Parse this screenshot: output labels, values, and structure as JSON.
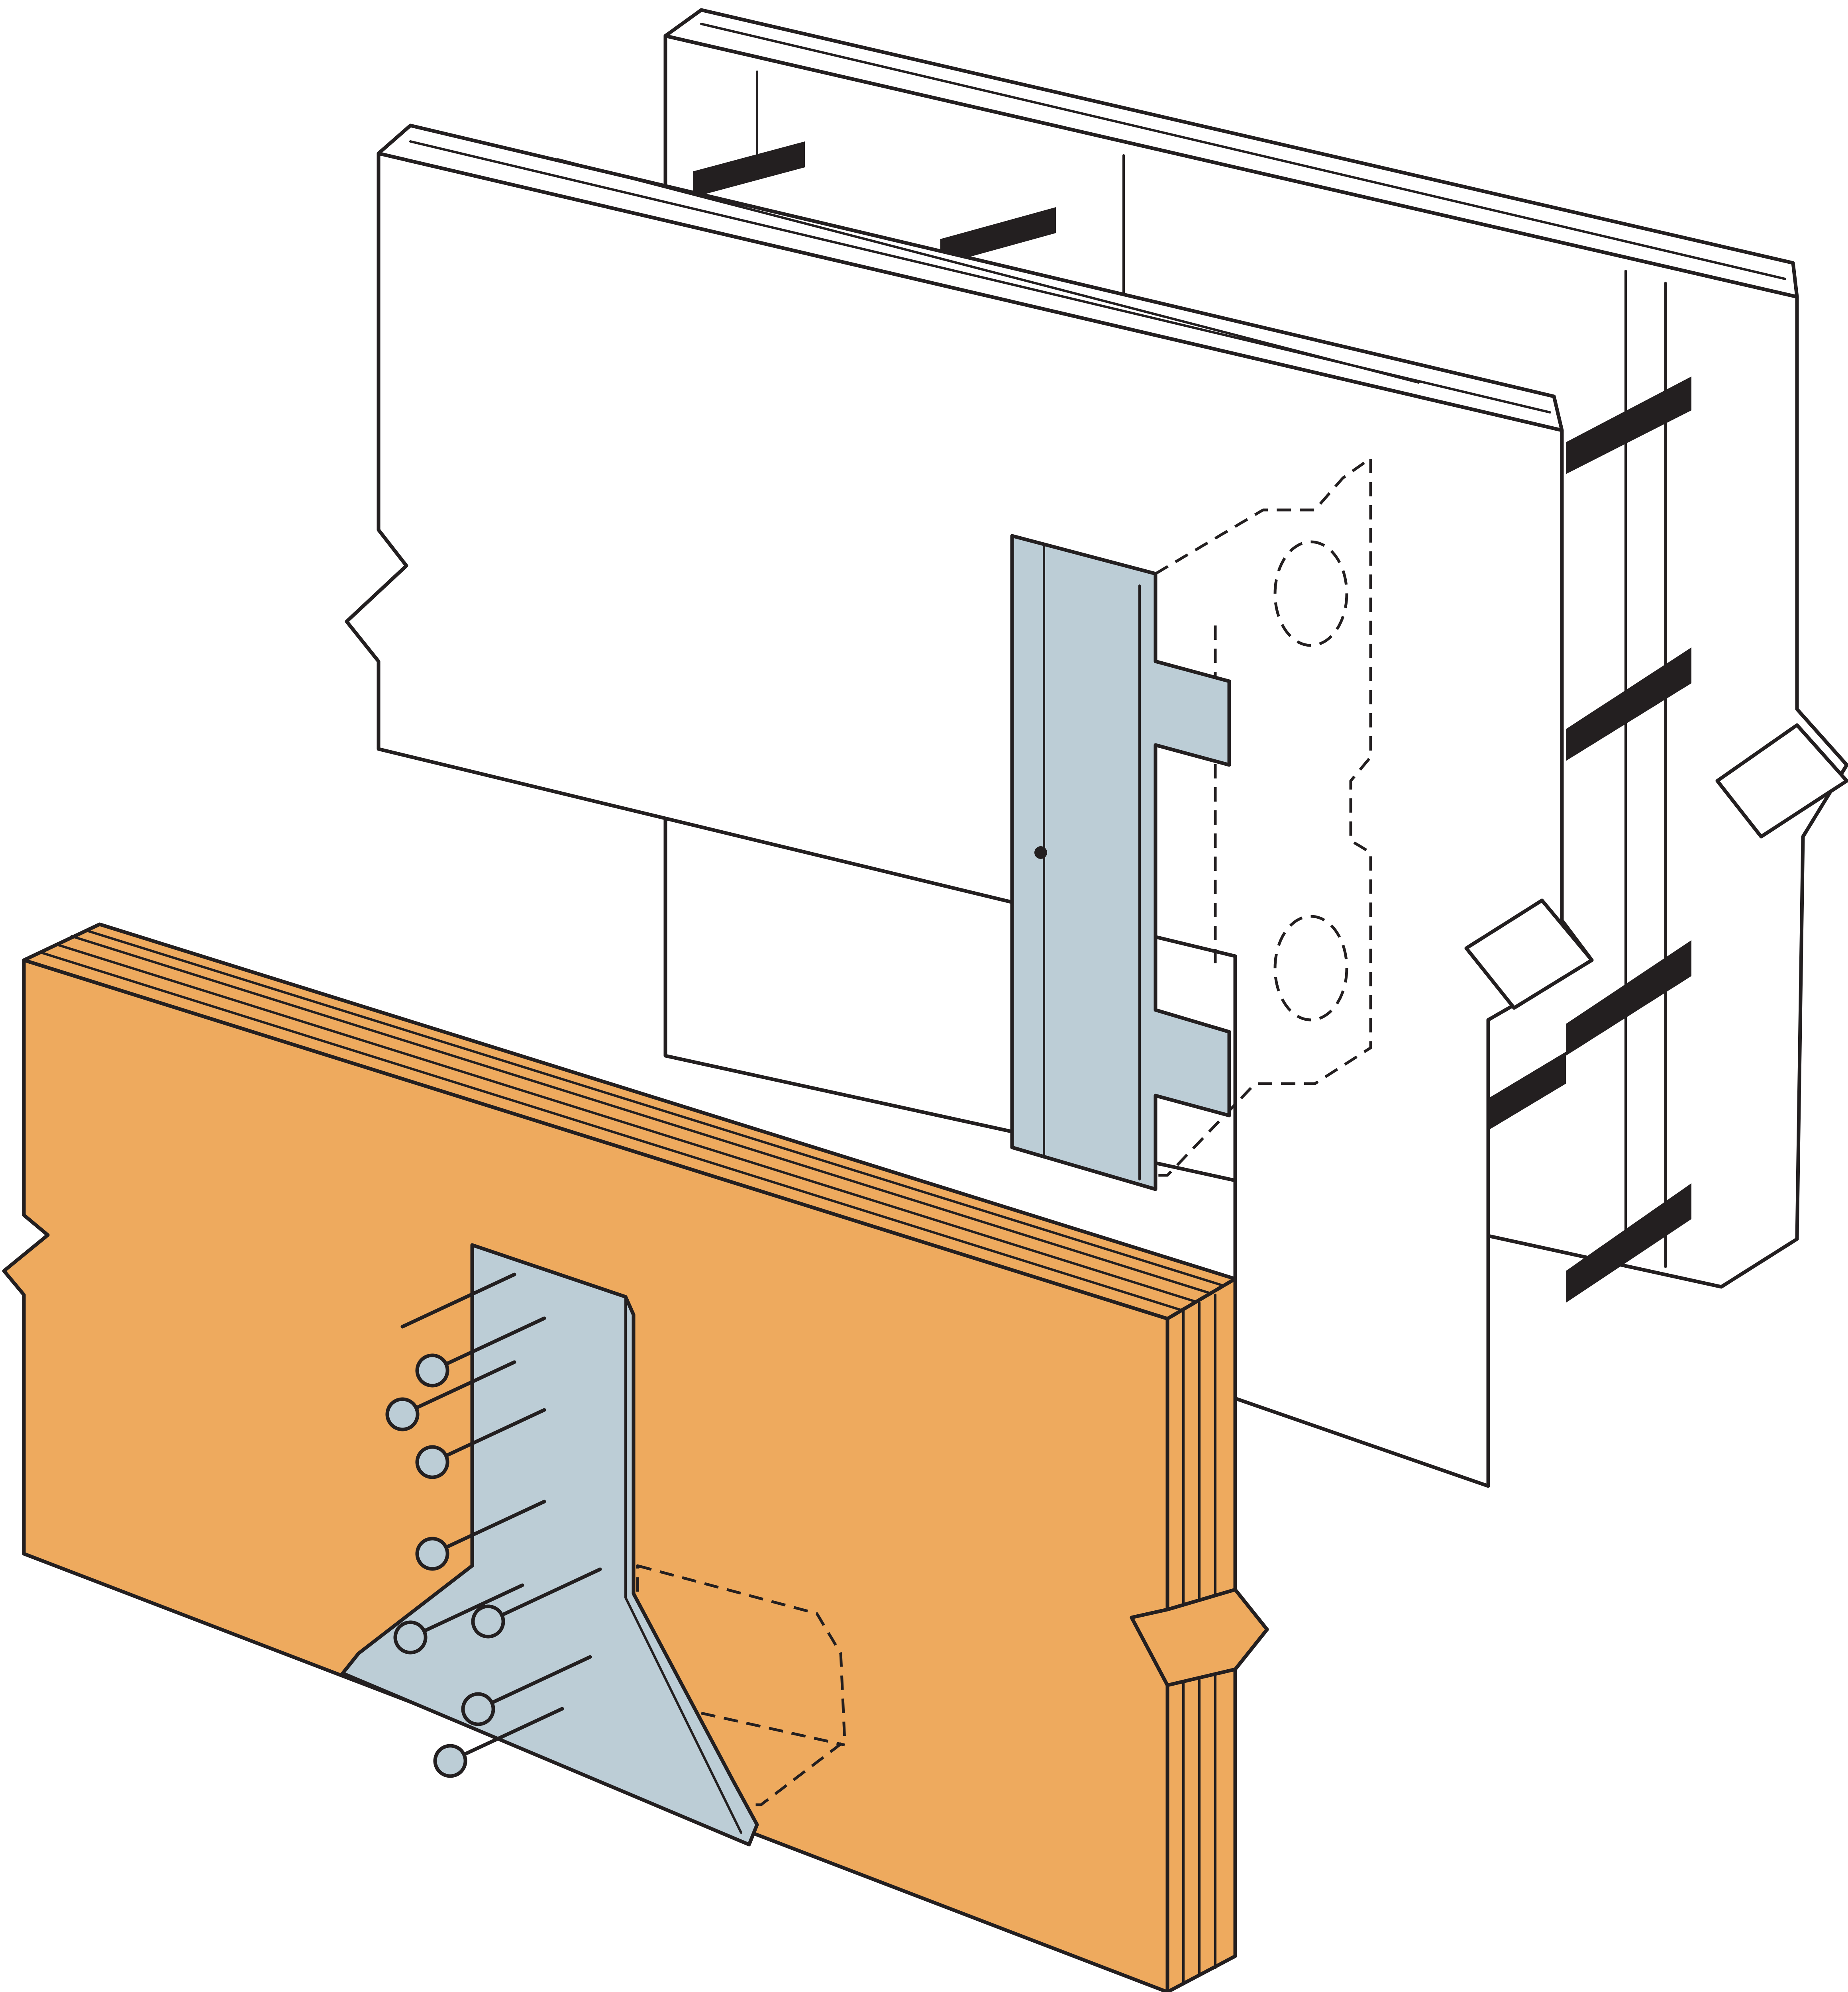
{
  "colors": {
    "background": "#ffffff",
    "outline": "#231f20",
    "foam_panel": "#ffffff",
    "steel": "#bccdd6",
    "hidden_steel": "#e6edf1",
    "lumber": "#eeaa5e",
    "hidden_lumber": "#fae3c6",
    "tie_bar": "#231f20"
  },
  "parts": {
    "back_panel": {
      "icon": "insulated-form-panel-icon"
    },
    "front_panel": {
      "icon": "insulated-form-panel-icon"
    },
    "form_ties": {
      "icon": "tie-bar-icon",
      "count": 7
    },
    "embedded_connector": {
      "icon": "embedded-steel-strap-icon"
    },
    "ledger_board": {
      "icon": "laminated-lumber-icon",
      "plies": 5
    },
    "hanger_bracket": {
      "icon": "steel-angle-bracket-icon"
    },
    "screws": {
      "icon": "screw-icon",
      "count": 9
    }
  }
}
